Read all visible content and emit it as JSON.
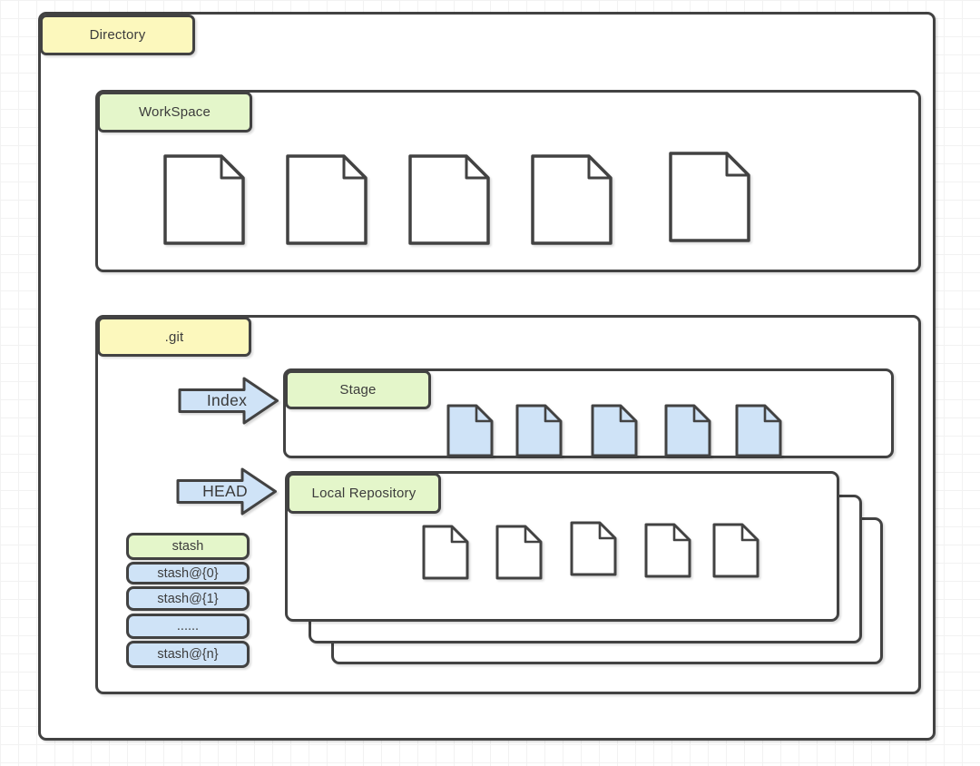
{
  "colors": {
    "label_yellow": "#fcf8bd",
    "label_green": "#e4f6ca",
    "item_blue": "#cfe3f7",
    "border_dark": "#424242",
    "text": "#3c3c3c",
    "grid_line": "#f2f2f2",
    "shape_fill": "#ffffff"
  },
  "directory": {
    "label": "Directory"
  },
  "workspace": {
    "label": "WorkSpace",
    "file_count": 5
  },
  "git": {
    "label": ".git",
    "index_arrow_label": "Index",
    "stage": {
      "label": "Stage",
      "file_count": 5
    },
    "head_arrow_label": "HEAD",
    "local_repository": {
      "label": "Local Repository",
      "file_count": 5,
      "stacked_layers": 3
    },
    "stash": {
      "header": "stash",
      "items": [
        "stash@{0}",
        "stash@{1}",
        "......",
        "stash@{n}"
      ]
    }
  }
}
